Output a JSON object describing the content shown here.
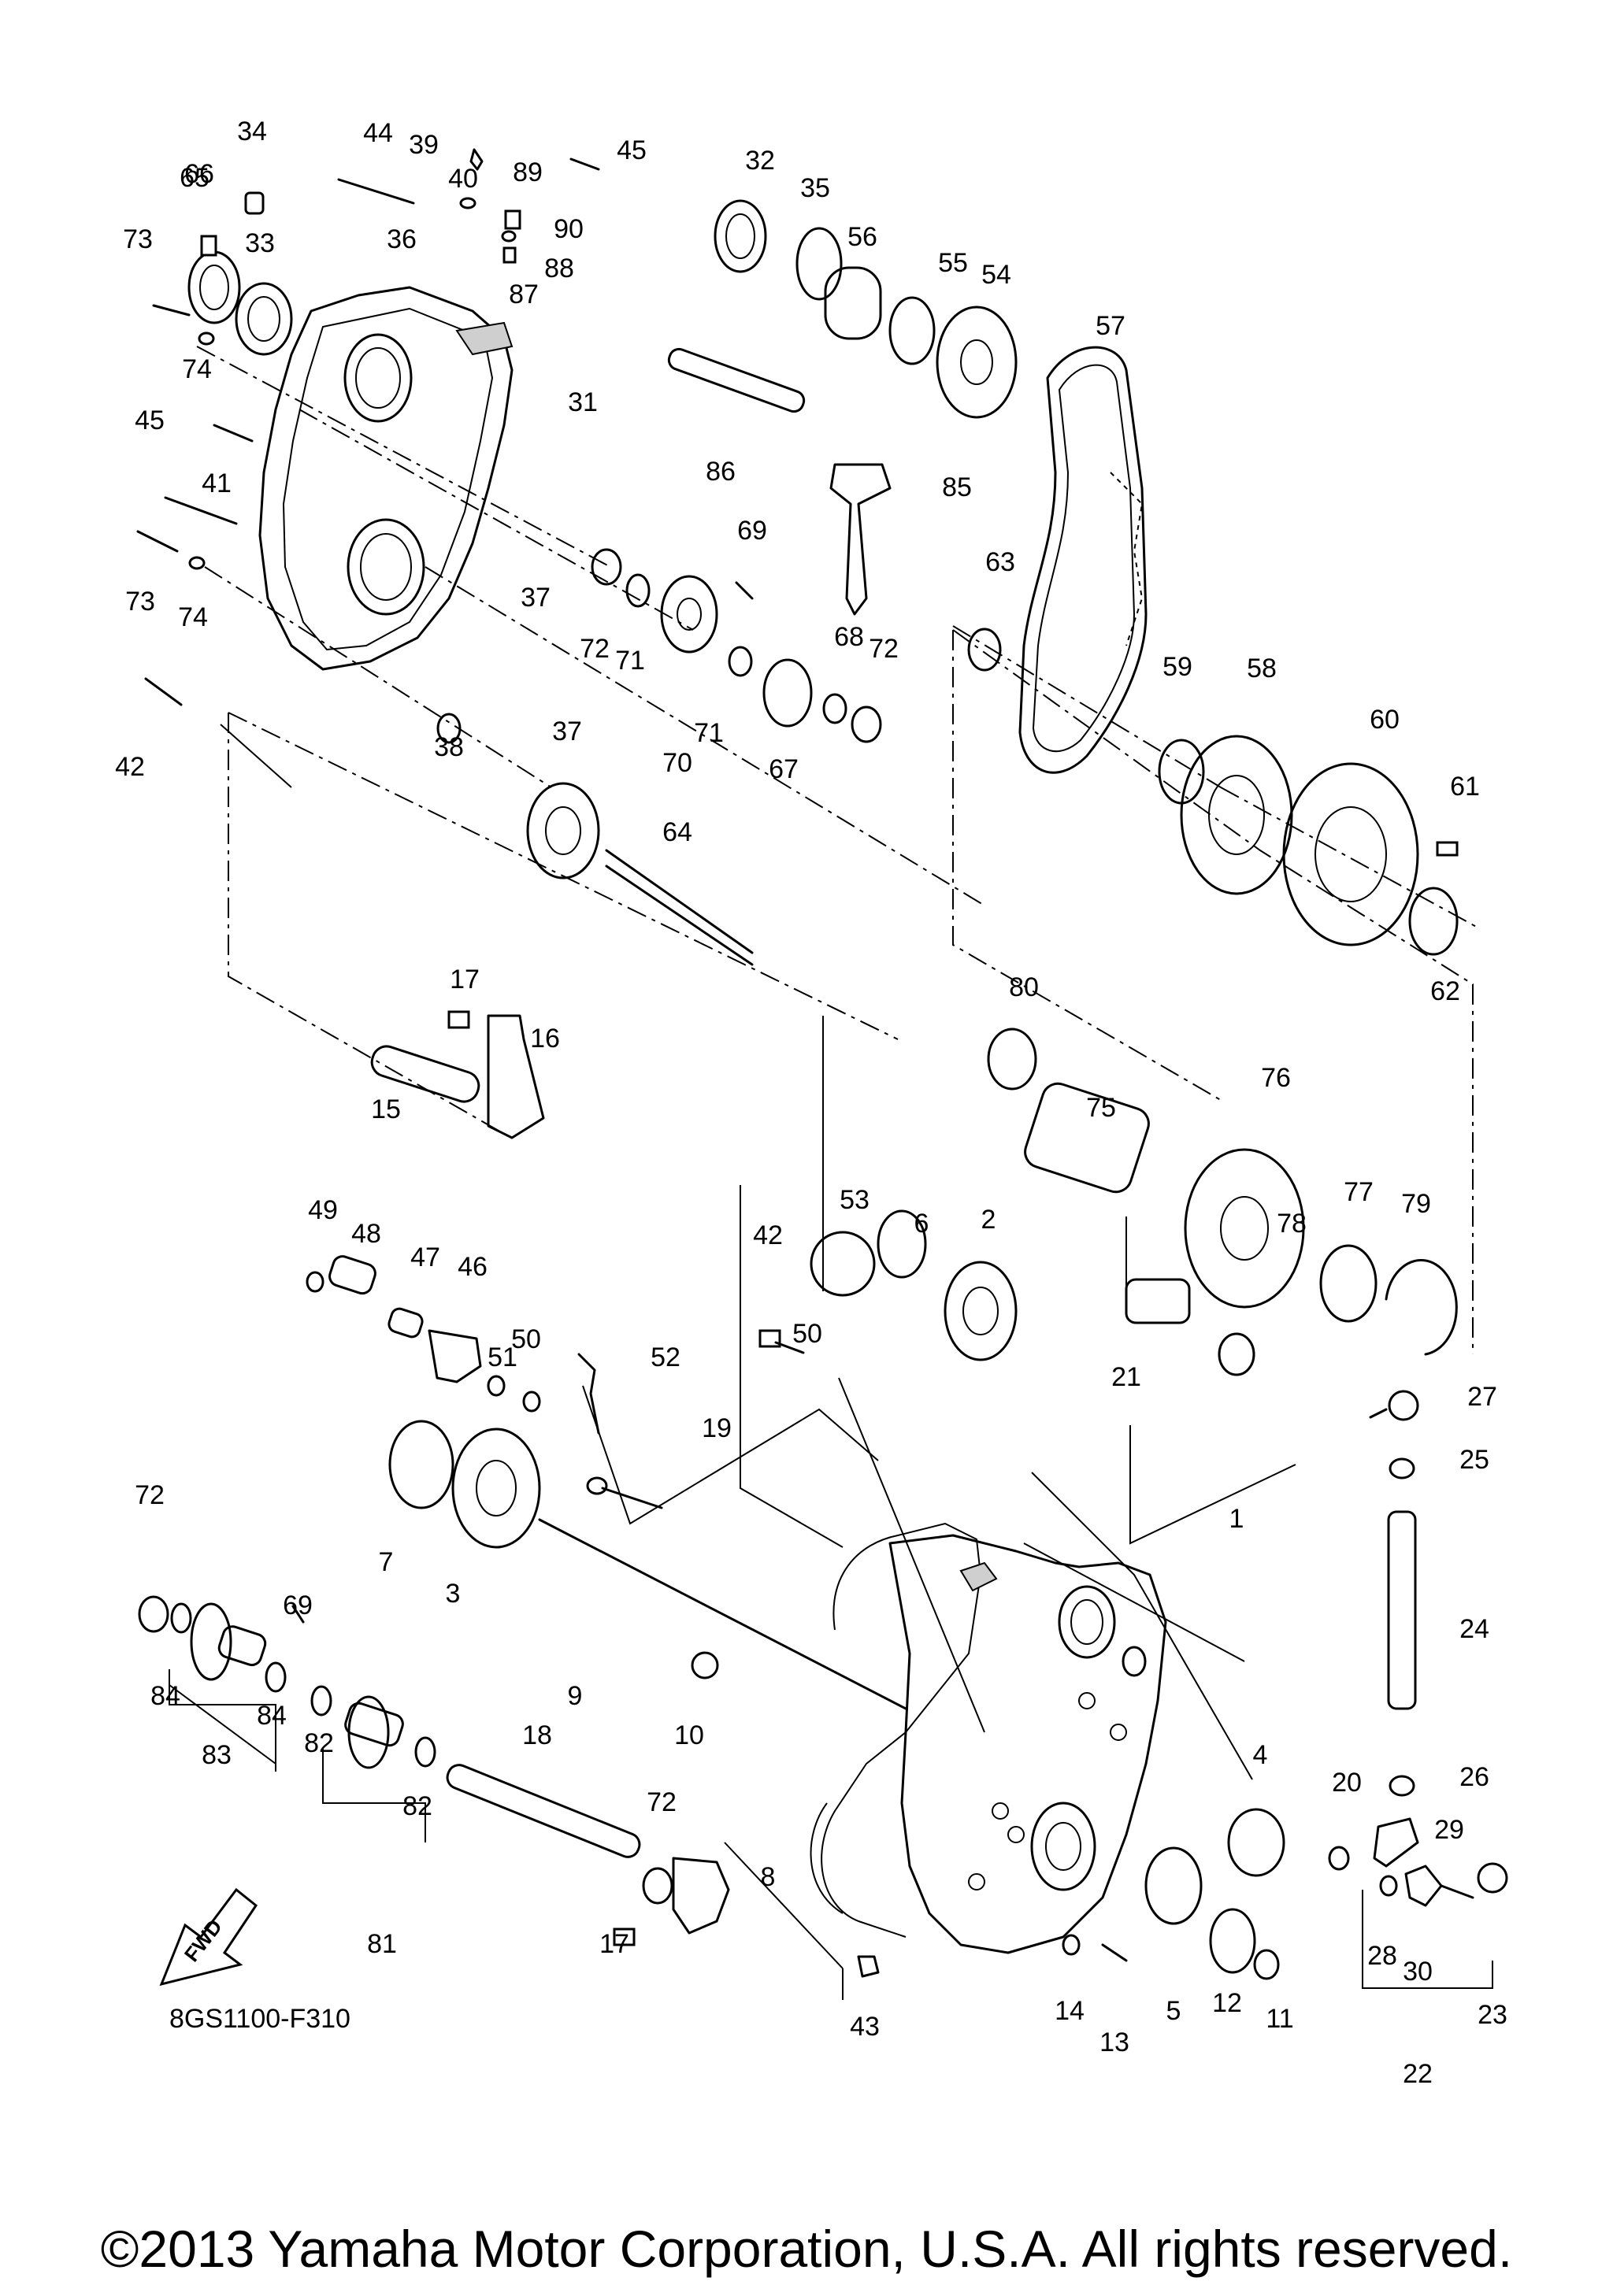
{
  "diagram": {
    "code": "8GS1100-F310",
    "fwd_label": "FWD",
    "copyright": "©2013 Yamaha Motor Corporation, U.S.A. All rights reserved.",
    "callouts": [
      "1",
      "2",
      "3",
      "4",
      "5",
      "6",
      "7",
      "8",
      "9",
      "10",
      "11",
      "12",
      "13",
      "14",
      "15",
      "16",
      "17",
      "17",
      "18",
      "19",
      "20",
      "21",
      "22",
      "23",
      "24",
      "25",
      "26",
      "27",
      "28",
      "29",
      "30",
      "31",
      "32",
      "33",
      "34",
      "35",
      "36",
      "37",
      "37",
      "38",
      "39",
      "40",
      "41",
      "42",
      "42",
      "43",
      "44",
      "45",
      "45",
      "46",
      "47",
      "48",
      "49",
      "50",
      "50",
      "51",
      "52",
      "53",
      "54",
      "55",
      "56",
      "57",
      "58",
      "59",
      "60",
      "61",
      "62",
      "63",
      "64",
      "65",
      "66",
      "67",
      "68",
      "69",
      "69",
      "70",
      "71",
      "71",
      "72",
      "72",
      "72",
      "72",
      "73",
      "73",
      "74",
      "74",
      "75",
      "76",
      "77",
      "78",
      "79",
      "80",
      "81",
      "82",
      "82",
      "83",
      "84",
      "84",
      "85",
      "86",
      "87",
      "88",
      "89",
      "90"
    ]
  }
}
